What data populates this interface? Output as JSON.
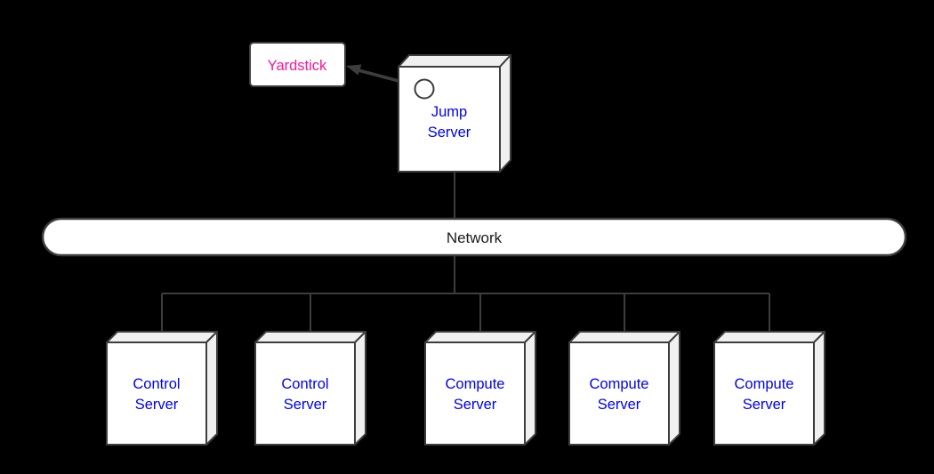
{
  "colors": {
    "background": "#000000",
    "line": "#3d3d3d",
    "node_fill": "#ffffff",
    "node_side_fill": "#f0f0f0",
    "label_blue": "#0000ee",
    "label_pink": "#ff1493",
    "label_dark": "#1a1a1a"
  },
  "nodes": {
    "yardstick": {
      "label": "Yardstick"
    },
    "jump_server": {
      "label": "Jump Server",
      "lines": [
        "Jump",
        "Server"
      ]
    },
    "network": {
      "label": "Network"
    },
    "servers": [
      {
        "label": "Control Server",
        "lines": [
          "Control",
          "Server"
        ]
      },
      {
        "label": "Control Server",
        "lines": [
          "Control",
          "Server"
        ]
      },
      {
        "label": "Compute Server",
        "lines": [
          "Compute",
          "Server"
        ]
      },
      {
        "label": "Compute Server",
        "lines": [
          "Compute",
          "Server"
        ]
      },
      {
        "label": "Compute Server",
        "lines": [
          "Compute",
          "Server"
        ]
      }
    ]
  }
}
